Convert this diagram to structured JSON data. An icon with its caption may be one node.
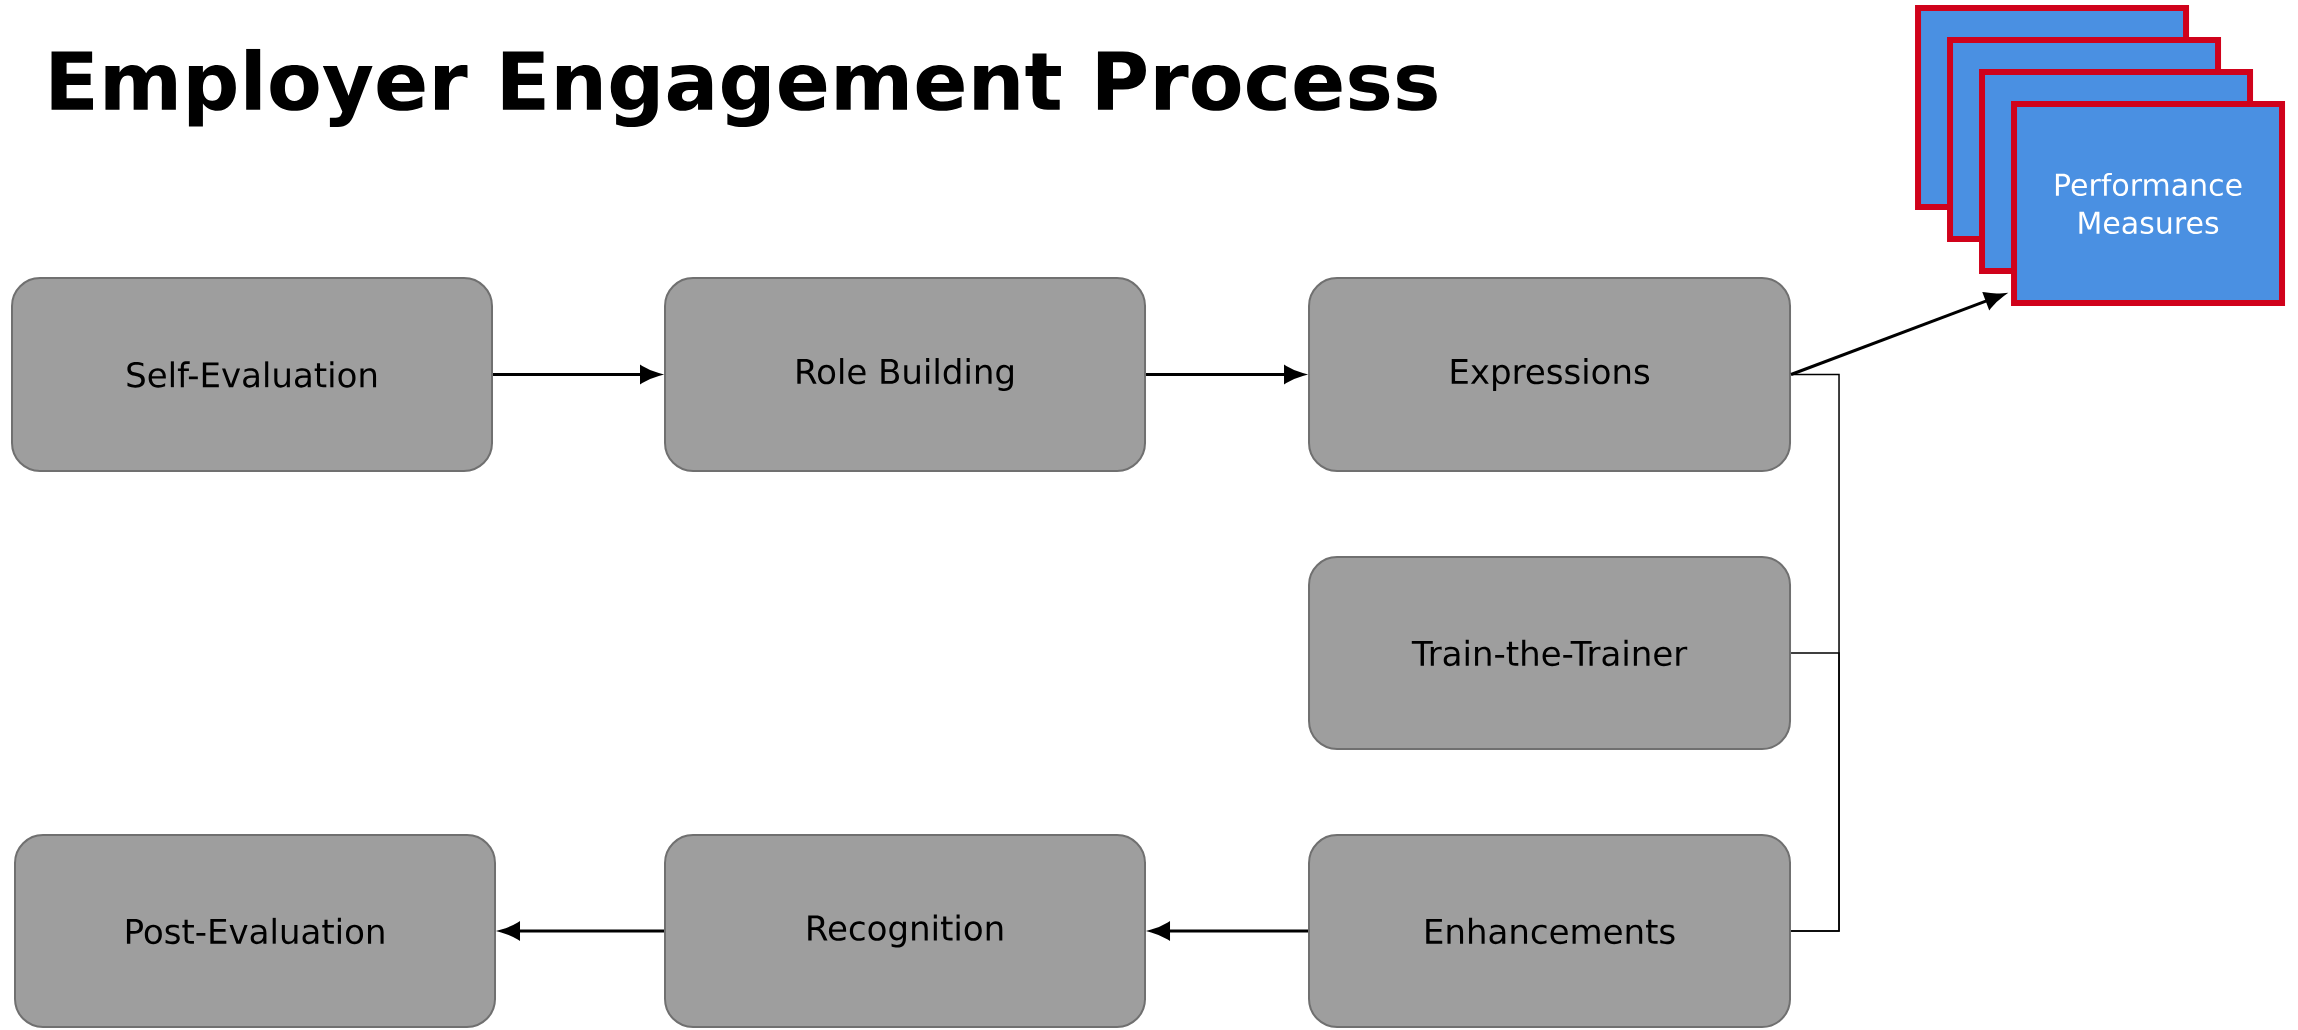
{
  "diagram": {
    "title": "Employer Engagement Process",
    "nodes": [
      {
        "text": [
          "Self-Evaluation"
        ]
      },
      {
        "text": [
          "Role Building"
        ]
      },
      {
        "text": [
          "Expressions"
        ]
      },
      {
        "text": [
          "Performance Measures"
        ]
      },
      {
        "text": [
          "Train-the-Trainer"
        ]
      },
      {
        "text": [
          "Enhancements"
        ]
      },
      {
        "text": [
          "Recognition"
        ]
      },
      {
        "text": [
          "Post-Evaluation"
        ]
      }
    ],
    "edges": [
      {
        "from": 0,
        "to": 1,
        "arrow": "to"
      },
      {
        "from": 1,
        "to": 2,
        "arrow": "to"
      },
      {
        "from": 2,
        "to": 3,
        "arrow": "to"
      },
      {
        "from": 2,
        "to": 5,
        "arrow": "none"
      },
      {
        "from": 4,
        "to": 5,
        "arrow": "none"
      },
      {
        "from": 5,
        "to": 6,
        "arrow": "to"
      },
      {
        "from": 6,
        "to": 7,
        "arrow": "to"
      }
    ]
  }
}
